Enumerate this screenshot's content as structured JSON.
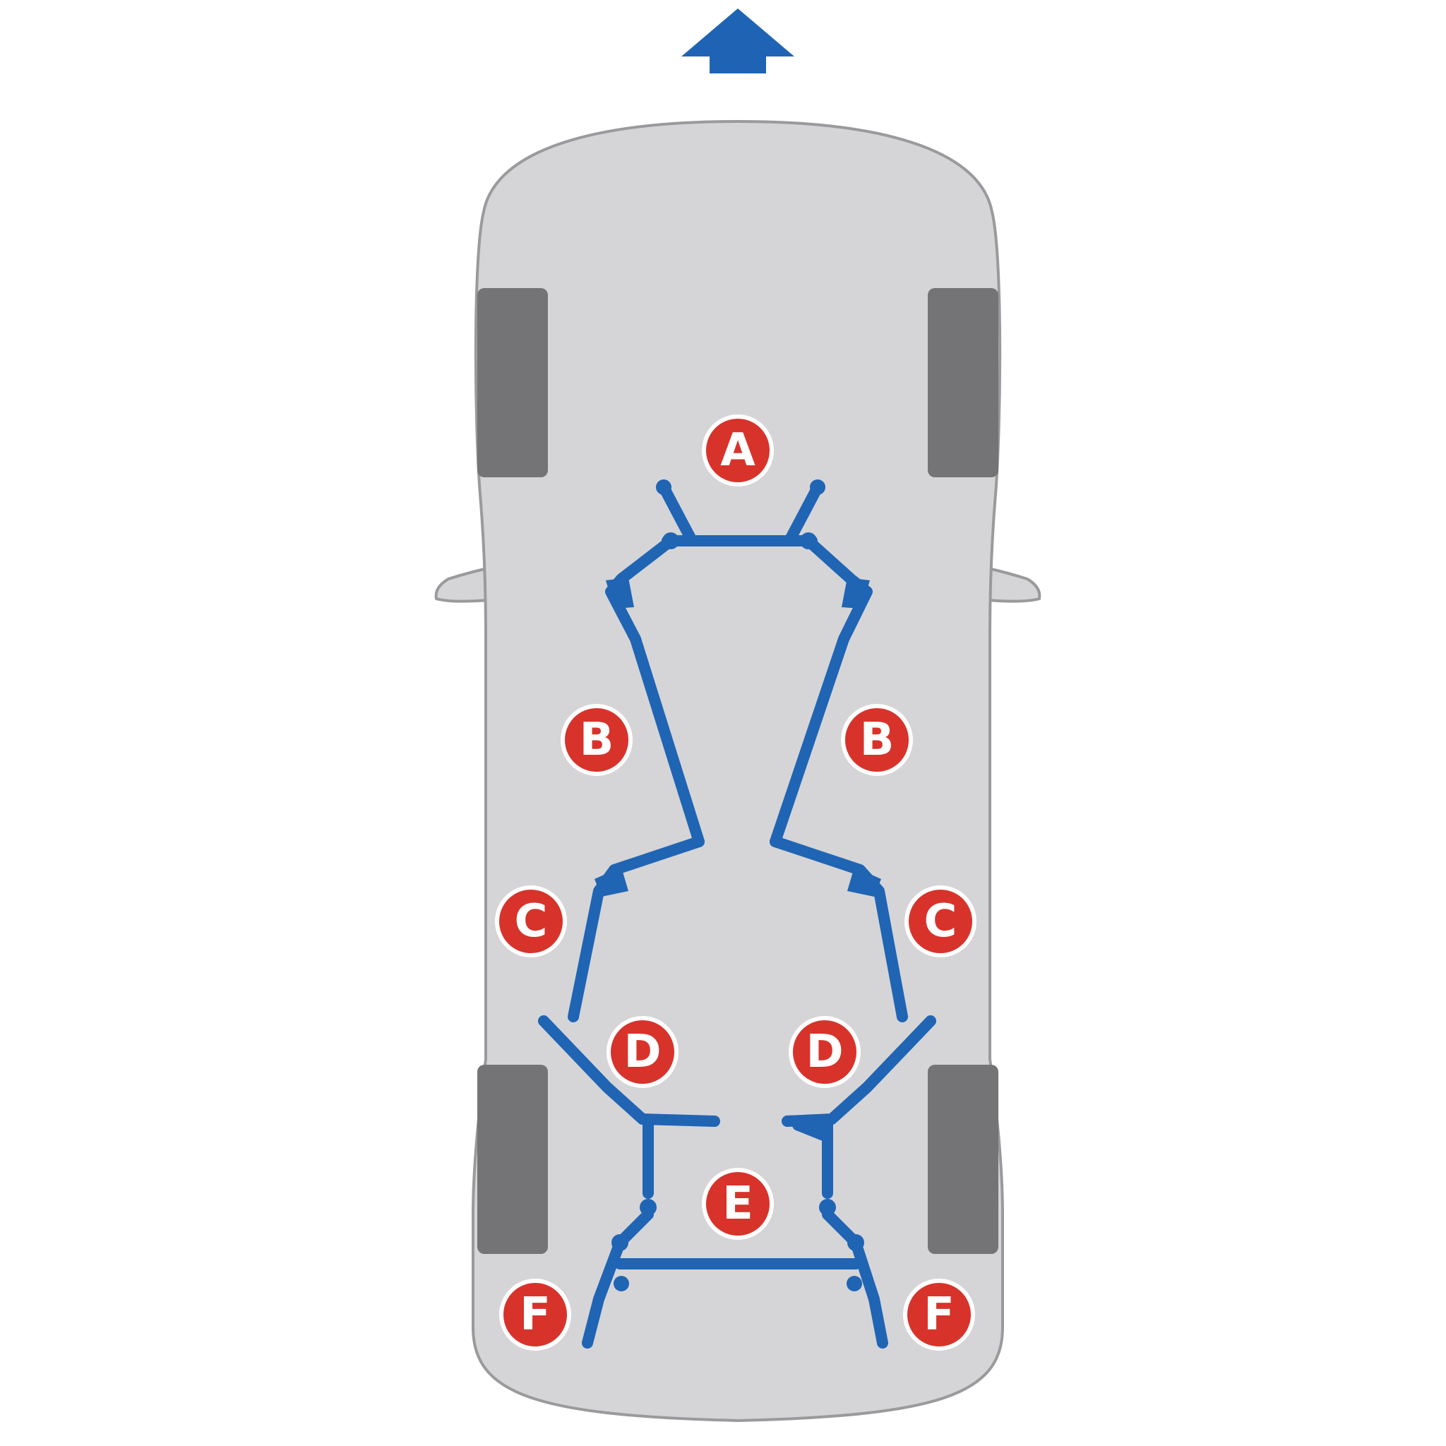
{
  "diagram": {
    "colors": {
      "body_fill": "#d5d5d7",
      "body_stroke": "#9a9a9c",
      "wheel": "#747476",
      "frame": "#2064b4",
      "marker_fill": "#d7332b",
      "marker_text": "#ffffff",
      "arrow": "#1f64b4"
    },
    "direction_icon": "arrow-up-icon",
    "markers": {
      "a": "A",
      "b": "B",
      "c": "C",
      "d": "D",
      "e": "E",
      "f": "F"
    }
  }
}
